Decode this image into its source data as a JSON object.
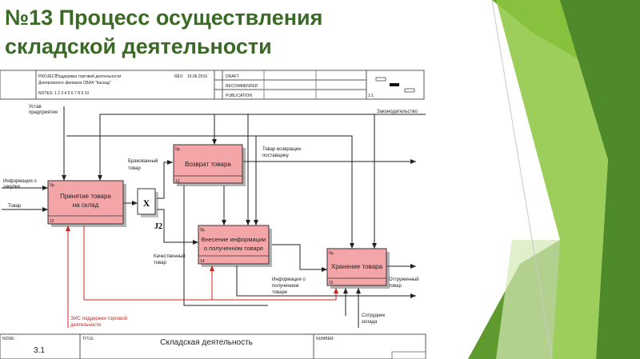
{
  "slide": {
    "title_line1": "№13 Процесс осуществления",
    "title_line2": "складской деятельности",
    "accent_color": "#3b6a26"
  },
  "header": {
    "project_label": "PROJECT:",
    "project_value": "Поддержка торговой деятельности",
    "project_value2": "Днепровского филиала СВИА \"Каскад\"",
    "rev_label": "REV:",
    "rev_value": "16.06.2016",
    "notes": "NOTES: 1 2 3 4 5 6 7 8 9 10",
    "status_draft": "DRAFT",
    "status_recommended": "RECOMMENDED",
    "status_publication": "PUBLICATION",
    "scale": "1:1"
  },
  "diagram": {
    "box_fill": "#f4a5a8",
    "arrow_color": "#222222",
    "mechanism_color": "#cc2222",
    "boxes": {
      "accept": {
        "label1": "Принятие товара",
        "label2": "на склад",
        "cost": "0р.",
        "num": "12"
      },
      "return": {
        "label1": "Возврат товара",
        "cost": "0р.",
        "num": "13"
      },
      "record": {
        "label1": "Внесение информации",
        "label2": "о полученном товаре",
        "cost": "0р.",
        "num": "14"
      },
      "store": {
        "label1": "Хранение товара",
        "cost": "0р.",
        "num": "15"
      }
    },
    "junction": {
      "symbol": "X",
      "label": "J2"
    },
    "arrows": {
      "charter_1": "Устав",
      "charter_2": "предприятия",
      "law": "Законодательство",
      "purchase_info_1": "Информация о",
      "purchase_info_2": "закупке",
      "goods": "Товар",
      "defective_1": "Бракованный",
      "defective_2": "товар",
      "returned_1": "Товар возвращен",
      "returned_2": "поставщику",
      "quality_1": "Качественный",
      "quality_2": "товар",
      "received_info_1": "Информация о",
      "received_info_2": "полученном",
      "received_info_3": "товаре",
      "shipped_1": "Отгруженный",
      "shipped_2": "товар",
      "staff_1": "Сотрудник",
      "staff_2": "склада",
      "eis_1": "ЭИС поддержки торговой",
      "eis_2": "деятельности"
    }
  },
  "footer": {
    "node_label": "NODE:",
    "node_value": "3.1",
    "title_label": "TITLE:",
    "title_value": "Складская деятельность",
    "number_label": "NUMBER:"
  }
}
